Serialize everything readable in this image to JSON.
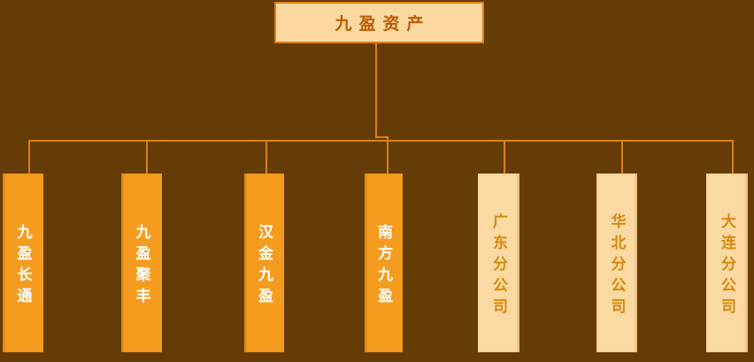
{
  "org": {
    "root": {
      "label": "九盈资产"
    },
    "children": [
      {
        "label": "九盈长通",
        "style": "solid-orange"
      },
      {
        "label": "九盈聚丰",
        "style": "solid-orange"
      },
      {
        "label": "汉金九盈",
        "style": "solid-orange"
      },
      {
        "label": "南方九盈",
        "style": "solid-orange"
      },
      {
        "label": "广东分公司",
        "style": "light-cream"
      },
      {
        "label": "华北分公司",
        "style": "light-cream"
      },
      {
        "label": "大连分公司",
        "style": "light-cream"
      }
    ]
  },
  "colors": {
    "background": "#663C06",
    "connector_line": "#DB8013",
    "root_fill": "#FBD8A0",
    "root_border": "#DB8013",
    "root_text": "#BE5B00",
    "subsidiary_fill": "#F59C1E",
    "subsidiary_text": "#FFFFFF",
    "branch_fill": "#FBD9A2",
    "branch_text": "#D8890F"
  }
}
